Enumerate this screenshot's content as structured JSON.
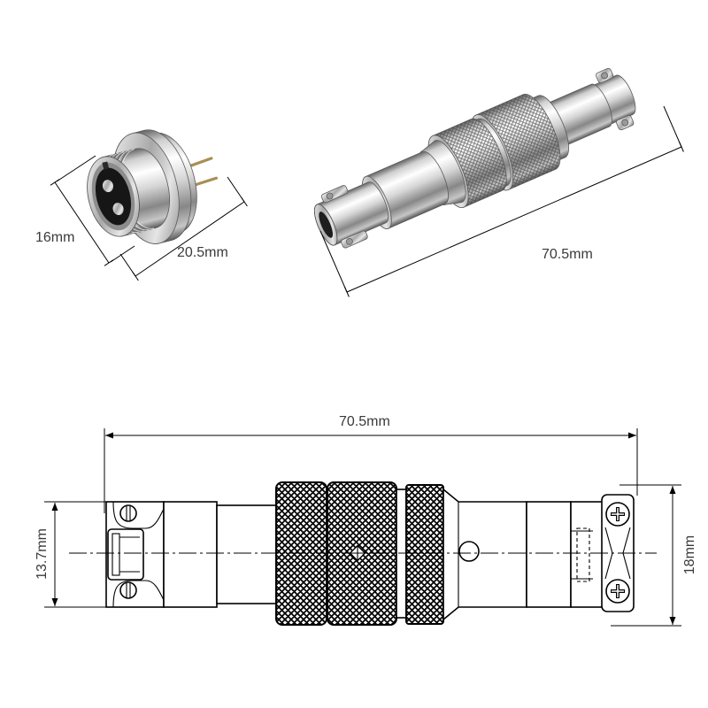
{
  "labels": {
    "socket_diameter": "16mm",
    "socket_length": "20.5mm",
    "plug_length_iso": "70.5mm",
    "plug_length": "70.5mm",
    "plug_small_diameter": "13.7mm",
    "plug_large_diameter": "18mm"
  },
  "colors": {
    "background": "#ffffff",
    "line": "#000000",
    "label": "#3a3a3a",
    "metal_highlight": "#ffffff",
    "metal_shadow": "#5e5e5e"
  }
}
